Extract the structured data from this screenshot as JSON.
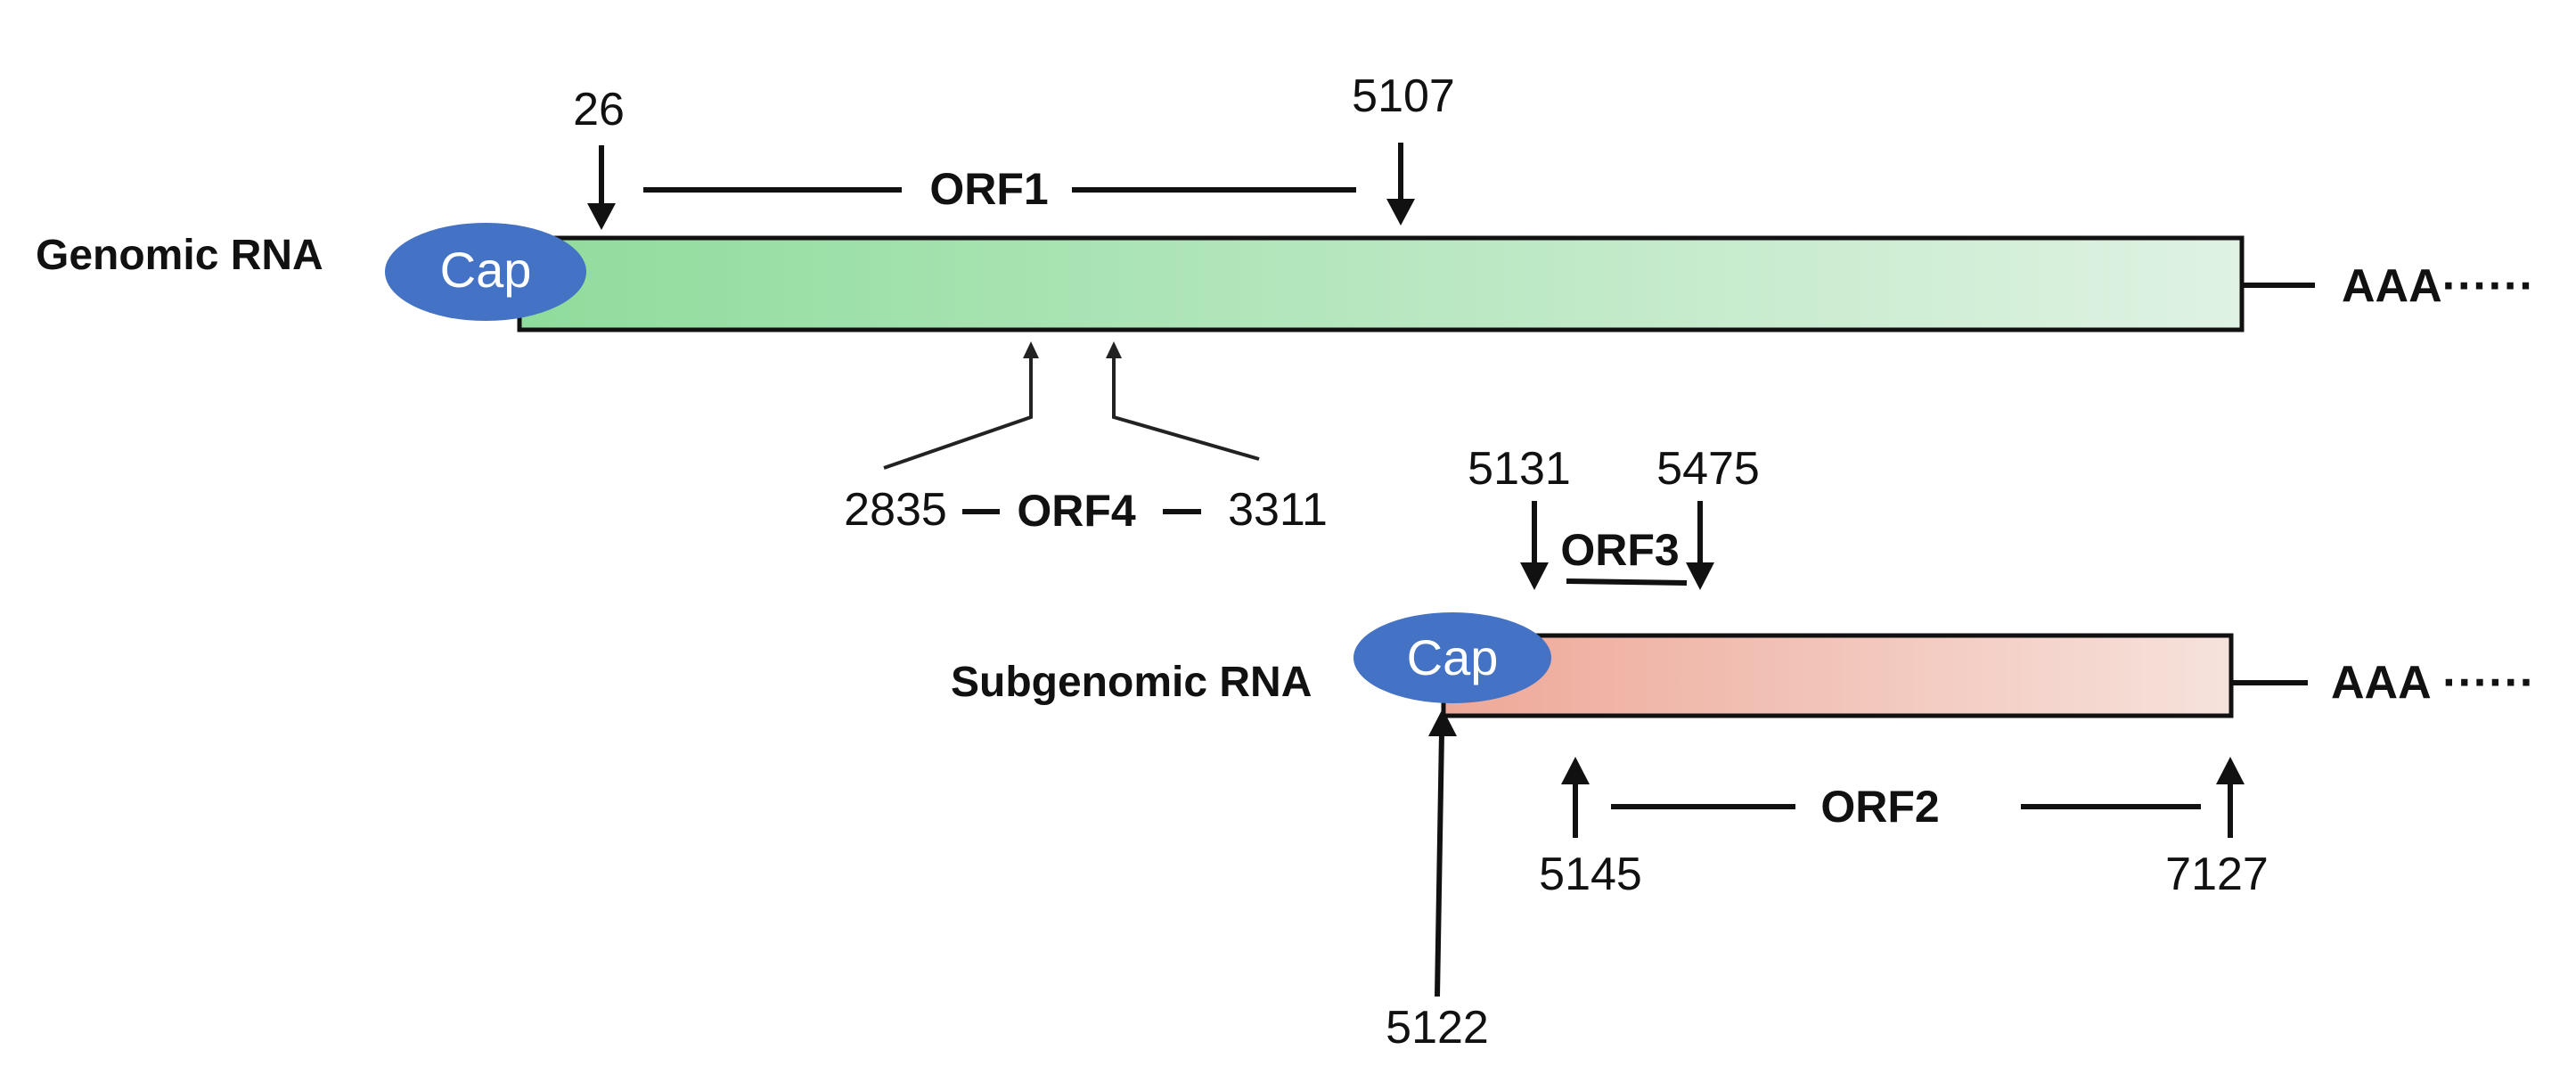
{
  "genomic": {
    "label": "Genomic RNA",
    "cap": "Cap",
    "tail": "AAA······",
    "gradient": [
      "#8fdc9c",
      "#dff2e3"
    ]
  },
  "subgenomic": {
    "label": "Subgenomic RNA",
    "cap": "Cap",
    "tail": "AAA ······",
    "gradient": [
      "#eea898",
      "#f6e2dc"
    ]
  },
  "cap_color": "#4472c4",
  "orf1": {
    "label": "ORF1",
    "start": "26",
    "end": "5107"
  },
  "orf4": {
    "label": "ORF4",
    "start": "2835",
    "end": "3311"
  },
  "orf3": {
    "label": "ORF3",
    "start": "5131",
    "end": "5475"
  },
  "orf2": {
    "label": "ORF2",
    "start": "5145",
    "end": "7127"
  },
  "sg_start": "5122"
}
